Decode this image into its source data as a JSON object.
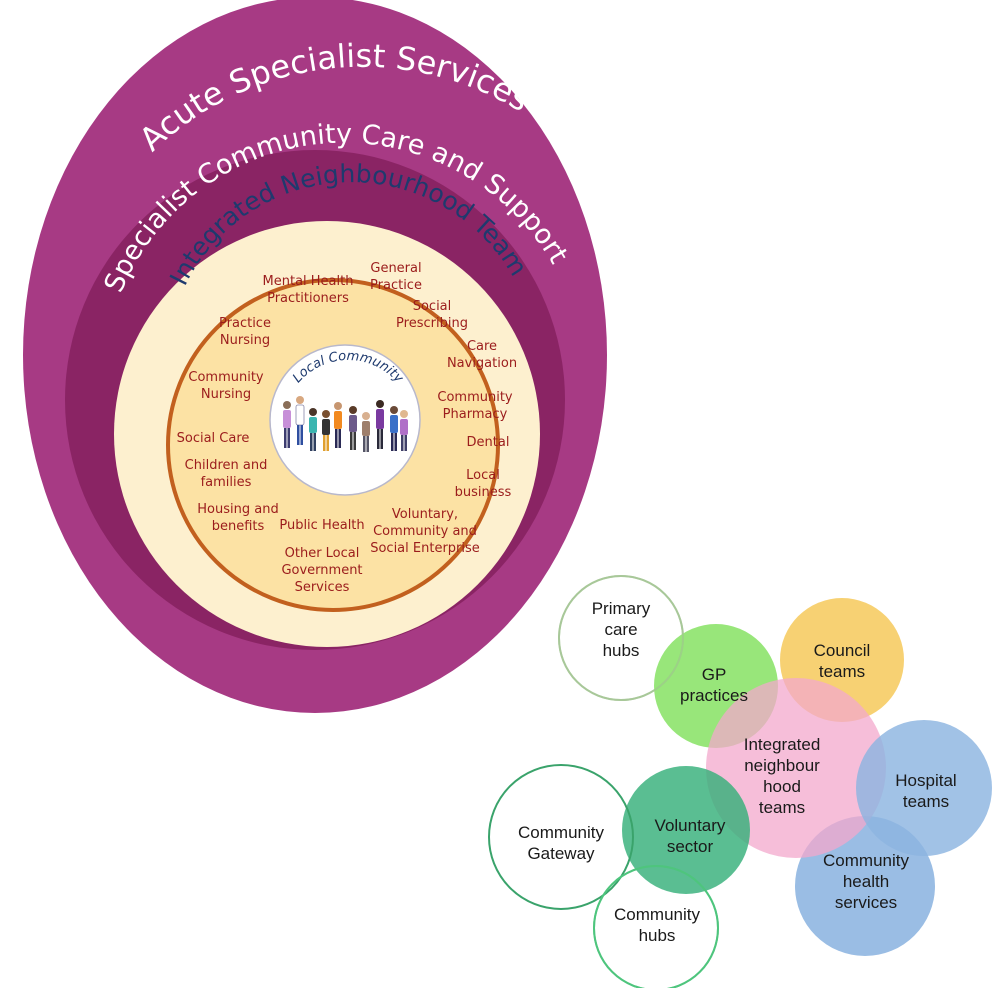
{
  "rings": {
    "acute": {
      "label": "Acute Specialist Services",
      "color": "#a73a84"
    },
    "specialist": {
      "label": "Specialist Community Care and Support",
      "color": "#8a2464"
    },
    "integrated": {
      "label": "Integrated Neighbourhood Team",
      "color": "#fdf0cf"
    },
    "inner": {
      "color": "#fce2a4",
      "border": "#c2601e"
    },
    "core": {
      "label": "Local Community"
    }
  },
  "services": [
    [
      "Mental Health",
      "Practitioners"
    ],
    [
      "General",
      "Practice"
    ],
    [
      "Social",
      "Prescribing"
    ],
    [
      "Practice",
      "Nursing"
    ],
    [
      "Care",
      "Navigation"
    ],
    [
      "Community",
      "Nursing"
    ],
    [
      "Community",
      "Pharmacy"
    ],
    [
      "Social Care"
    ],
    [
      "Dental"
    ],
    [
      "Children and",
      "families"
    ],
    [
      "Local",
      "business"
    ],
    [
      "Housing and",
      "benefits"
    ],
    [
      "Public Health"
    ],
    [
      "Voluntary,",
      "Community and",
      "Social Enterprise"
    ],
    [
      "Other Local",
      "Government",
      "Services"
    ]
  ],
  "bubbles": [
    [
      "Primary",
      "care",
      "hubs"
    ],
    [
      "GP",
      "practices"
    ],
    [
      "Council",
      "teams"
    ],
    [
      "Integrated",
      "neighbour",
      "hood",
      "teams"
    ],
    [
      "Hospital",
      "teams"
    ],
    [
      "Community",
      "health",
      "services"
    ],
    [
      "Voluntary",
      "sector"
    ],
    [
      "Community",
      "Gateway"
    ],
    [
      "Community",
      "hubs"
    ]
  ]
}
